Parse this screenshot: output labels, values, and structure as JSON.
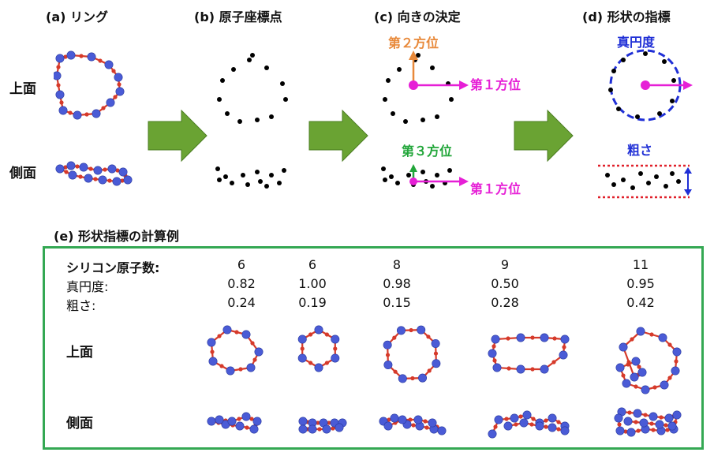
{
  "panels": {
    "a": {
      "title": "(a) リング",
      "top_label": "上面",
      "side_label": "側面"
    },
    "b": {
      "title": "(b) 原子座標点"
    },
    "c": {
      "title": "(c) 向きの決定",
      "axis2": "第２方位",
      "axis1_top": "第１方位",
      "axis3": "第３方位",
      "axis1_side": "第１方位"
    },
    "d": {
      "title": "(d) 形状の指標",
      "circularity": "真円度",
      "roughness": "粗さ"
    },
    "e": {
      "title": "(e) 形状指標の計算例"
    }
  },
  "table": {
    "headers": [
      "シリコン原子数:",
      "真円度:",
      "粗さ:"
    ],
    "view_top": "上面",
    "view_side": "側面",
    "columns": [
      {
        "atoms": "6",
        "circularity": "0.82",
        "roughness": "0.24"
      },
      {
        "atoms": "6",
        "circularity": "1.00",
        "roughness": "0.19"
      },
      {
        "atoms": "8",
        "circularity": "0.98",
        "roughness": "0.15"
      },
      {
        "atoms": "9",
        "circularity": "0.50",
        "roughness": "0.28"
      },
      {
        "atoms": "11",
        "circularity": "0.95",
        "roughness": "0.42"
      }
    ]
  },
  "colors": {
    "silicon": "#4a5bd6",
    "bond_atom": "#d63a2a",
    "arrow": "#6aa333",
    "axis_orange": "#e8893a",
    "axis_magenta": "#e61fd6",
    "axis_green": "#22a63a",
    "circle_blue": "#1f2fd6",
    "rough_red": "#e0202a",
    "frame_green": "#34a853"
  }
}
